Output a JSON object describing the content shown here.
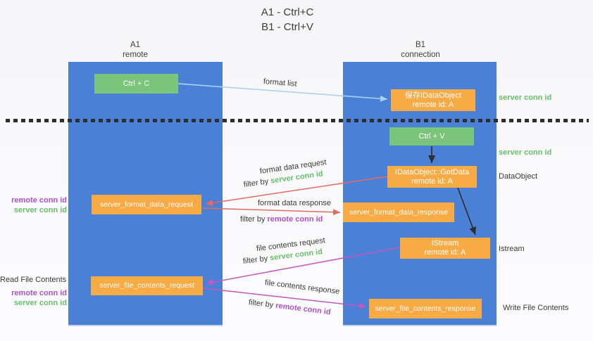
{
  "title": {
    "line1": "A1 - Ctrl+C",
    "line2": "B1 - Ctrl+V"
  },
  "lifelines": {
    "left": {
      "name": "A1",
      "role": "remote"
    },
    "right": {
      "name": "B1",
      "role": "connection"
    }
  },
  "boxes": {
    "ctrl_c": {
      "label": "Ctrl + C"
    },
    "save_obj": {
      "line1": "保存IDataObject",
      "line2": "remote id: A"
    },
    "ctrl_v": {
      "label": "Ctrl + V"
    },
    "getdata": {
      "line1": "IDataObject::GetData",
      "line2": "remote id: A"
    },
    "fmt_req": {
      "label": "server_format_data_request"
    },
    "fmt_resp": {
      "label": "server_format_data_response"
    },
    "istream": {
      "line1": "IStream",
      "line2": "remote id: A"
    },
    "file_req": {
      "label": "server_file_contents_request"
    },
    "file_resp": {
      "label": "server_file_contents_response"
    }
  },
  "arrow_labels": {
    "format_list": "format list",
    "format_data_request": "format data request",
    "format_data_response": "format data response",
    "file_contents_request": "file contents request",
    "file_contents_response": "file contents response",
    "filter_by": "filter by",
    "server_conn_id": "server conn id",
    "remote_conn_id": "remote conn id"
  },
  "side_labels": {
    "right": {
      "server_conn_id_top": "server conn id",
      "server_conn_id_mid": "server conn id",
      "dataobject": "DataObject",
      "istream": "Istream",
      "write_file_contents": "Write File Contents"
    },
    "left": {
      "remote_conn_id_1": "remote conn id",
      "server_conn_id_1": "server conn id",
      "read_file_contents": "Read File Contents",
      "remote_conn_id_2": "remote conn id",
      "server_conn_id_2": "server conn id"
    }
  },
  "colors": {
    "lifeline_blue": "#4a80d5",
    "box_green": "#7bc47b",
    "box_orange": "#f8ab44",
    "text_green": "#68bf68",
    "text_purple": "#ae50c3",
    "arrow_blue": "#a9d3ee",
    "arrow_red": "#e8695f",
    "arrow_magenta": "#c457c0",
    "arrow_black": "#2d2d2d"
  }
}
